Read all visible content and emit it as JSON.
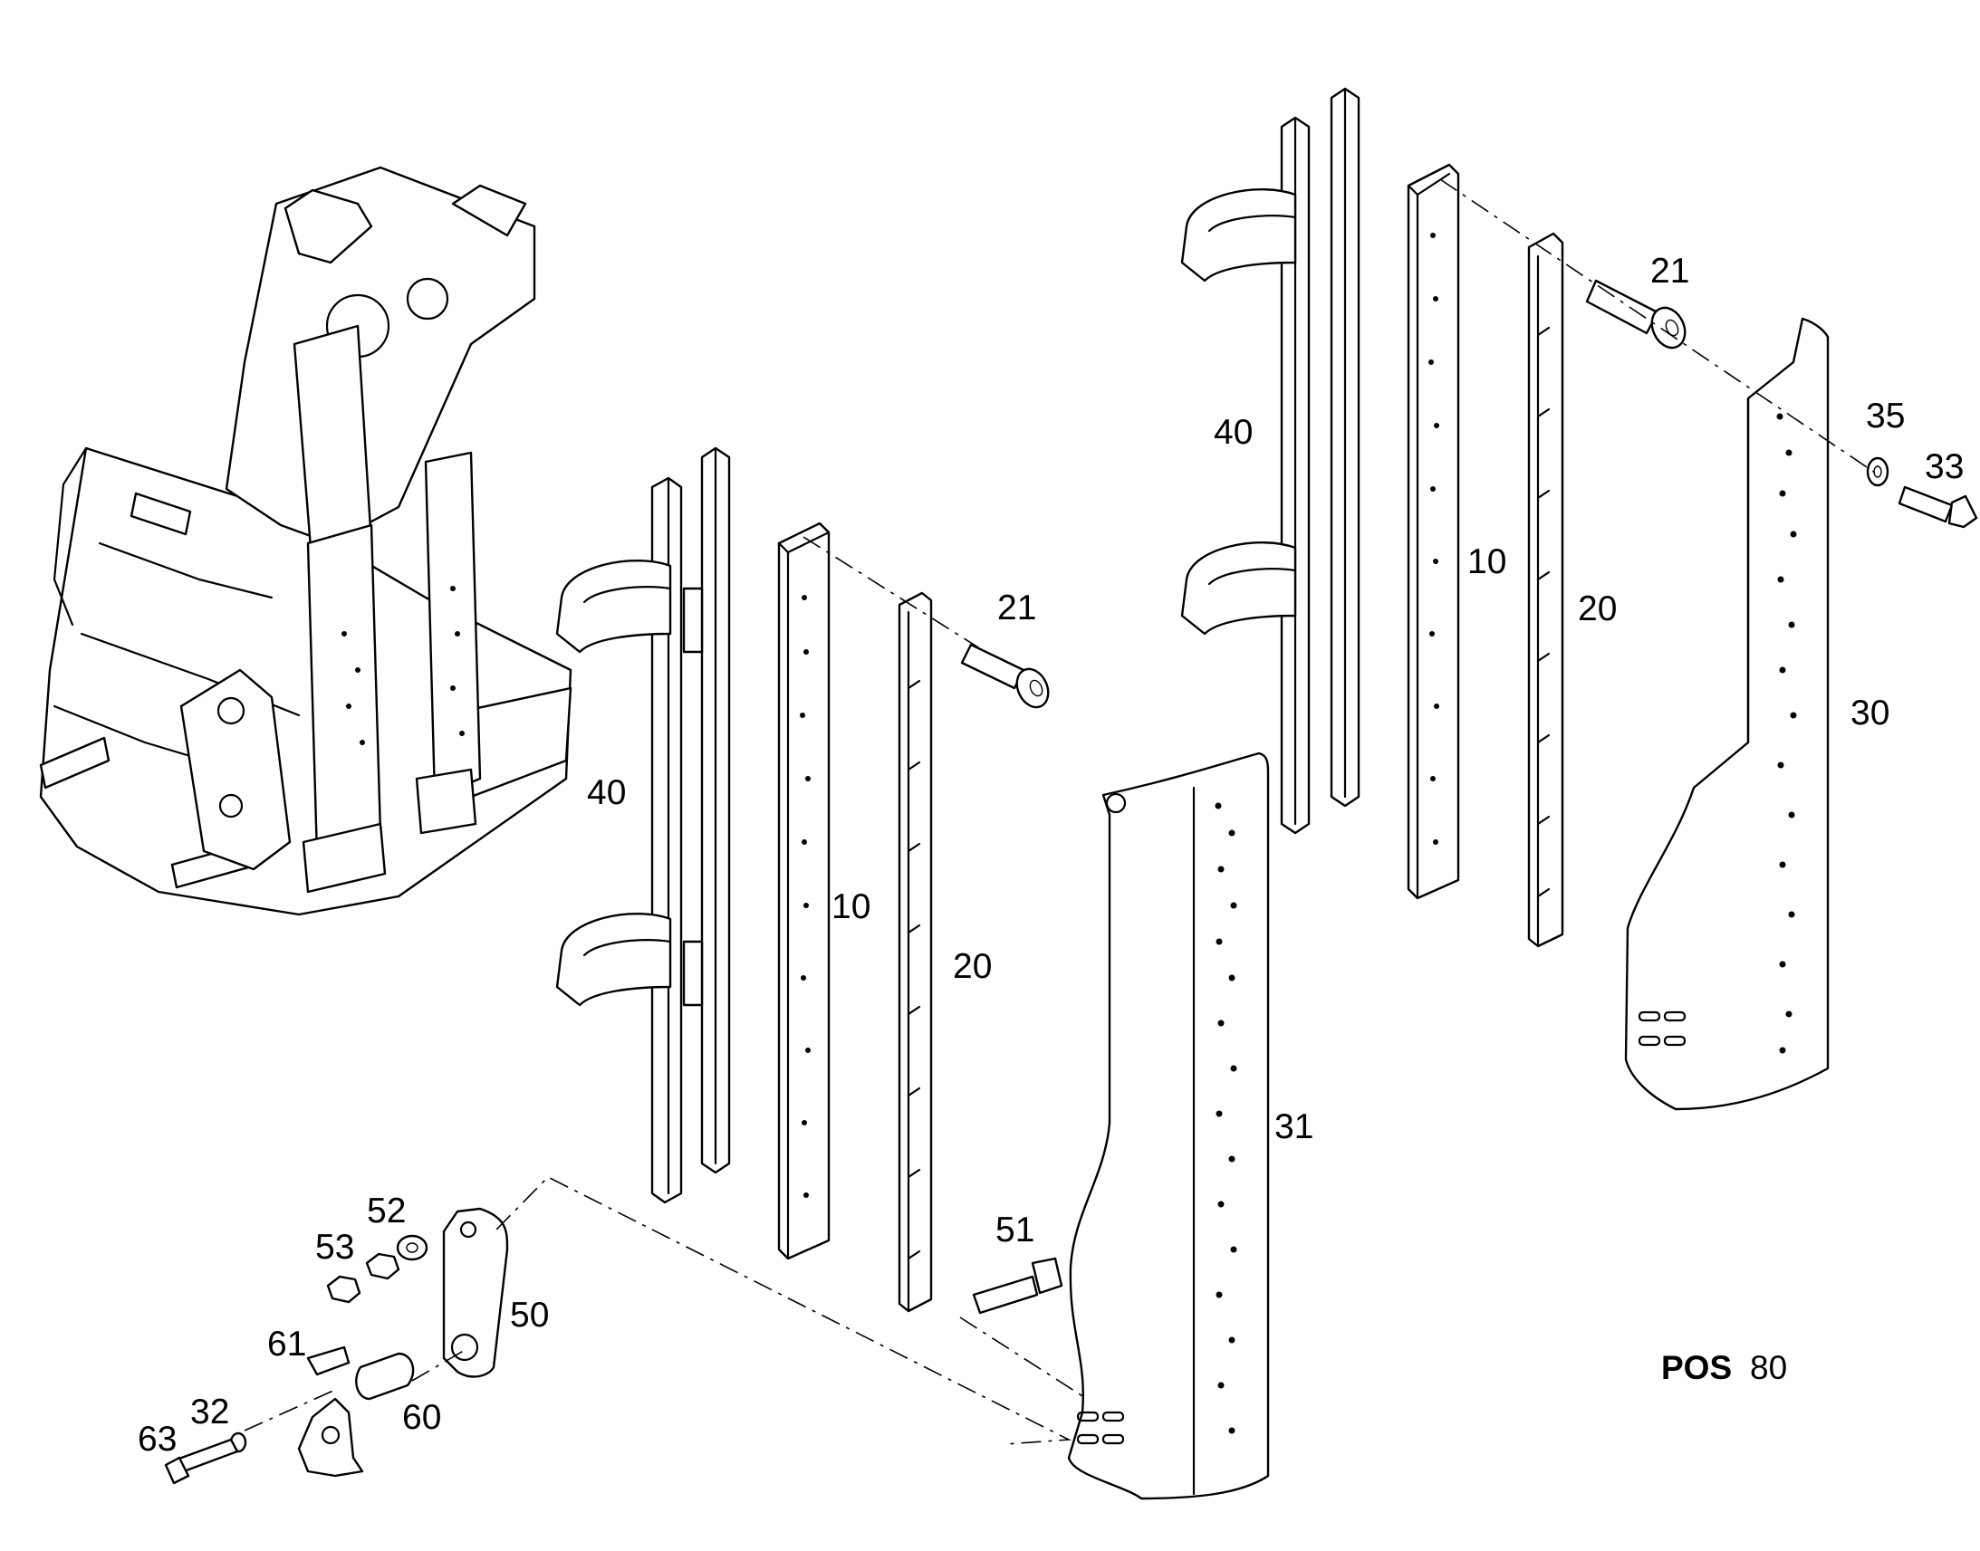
{
  "labels": {
    "l40_left": "40",
    "l10_left": "10",
    "l20_left": "20",
    "l21_left": "21",
    "l31": "31",
    "l51": "51",
    "l40_right": "40",
    "l10_right": "10",
    "l20_right": "20",
    "l21_right": "21",
    "l30": "30",
    "l35": "35",
    "l33": "33",
    "l52": "52",
    "l53": "53",
    "l50": "50",
    "l61": "61",
    "l32": "32",
    "l63": "63",
    "l60": "60"
  },
  "position": {
    "prefix": "POS",
    "number": "80"
  }
}
